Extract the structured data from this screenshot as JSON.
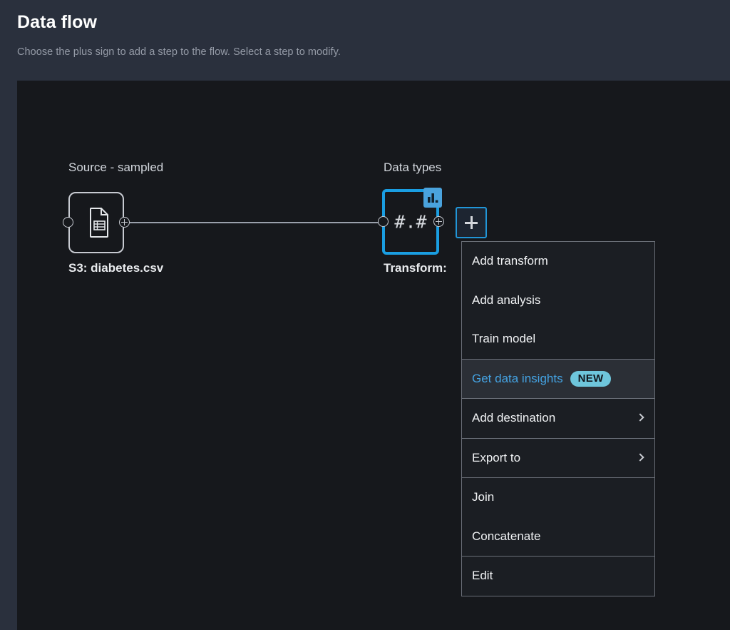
{
  "header": {
    "title": "Data flow",
    "subtitle": "Choose the plus sign to add a step to the flow. Select a step to modify."
  },
  "colors": {
    "header_bg": "#2a303d",
    "canvas_bg": "#16181c",
    "accent_blue": "#1a9ee2",
    "menu_bg": "#1b1e23",
    "menu_border": "#6a6f78",
    "highlight_bg": "#2b2f36",
    "highlight_text": "#44a3e3",
    "new_badge_bg": "#6ec6dc",
    "node_outline": "#c7cad1",
    "edge": "#9aa0ab"
  },
  "flow": {
    "source_node": {
      "label": "Source - sampled",
      "sublabel": "S3: diabetes.csv",
      "icon": "csv-document-icon",
      "in_port": "input-port",
      "out_port": "output-port-add"
    },
    "datatypes_node": {
      "label": "Data types",
      "value": "#.#",
      "sublabel": "Transform:",
      "badge_icon": "bar-chart-icon",
      "selected": true,
      "in_port": "input-port",
      "out_port": "output-port-add"
    },
    "add_step_button": {
      "icon": "plus-icon",
      "label": "+"
    }
  },
  "context_menu": {
    "groups": [
      {
        "items": [
          {
            "label": "Add transform",
            "submenu": false,
            "badge": null
          },
          {
            "label": "Add analysis",
            "submenu": false,
            "badge": null
          },
          {
            "label": "Train model",
            "submenu": false,
            "badge": null
          }
        ]
      },
      {
        "items": [
          {
            "label": "Get data insights",
            "submenu": false,
            "badge": "NEW",
            "highlight": true
          }
        ]
      },
      {
        "items": [
          {
            "label": "Add destination",
            "submenu": true,
            "badge": null
          }
        ]
      },
      {
        "items": [
          {
            "label": "Export to",
            "submenu": true,
            "badge": null
          }
        ]
      },
      {
        "items": [
          {
            "label": "Join",
            "submenu": false,
            "badge": null
          },
          {
            "label": "Concatenate",
            "submenu": false,
            "badge": null
          }
        ]
      },
      {
        "items": [
          {
            "label": "Edit",
            "submenu": false,
            "badge": null
          }
        ]
      }
    ]
  }
}
